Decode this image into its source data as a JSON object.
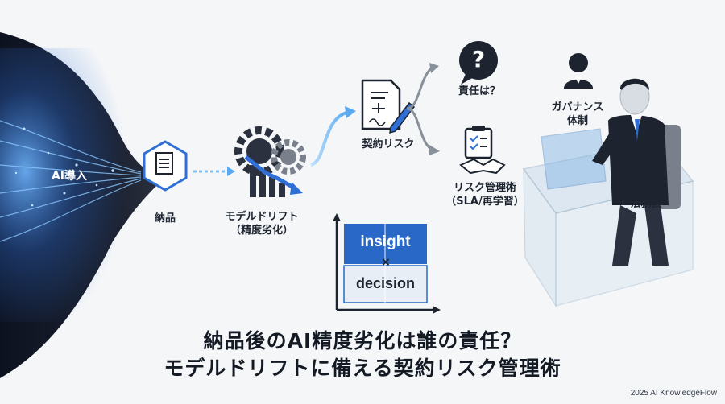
{
  "flow": {
    "ai_intro": "AI導入",
    "delivery": "納品",
    "drift_line1": "モデルドリフト",
    "drift_line2": "（精度劣化）",
    "contract_risk": "契約リスク",
    "responsibility": "責任は？",
    "risk_mgmt_line1": "リスク管理術",
    "risk_mgmt_line2": "（SLA/再学習）",
    "governance_line1": "ガバナンス",
    "governance_line2": "体制",
    "legal": "法務担",
    "question_mark": "?"
  },
  "insight_box": {
    "top": "insight",
    "times": "×",
    "bottom": "decision"
  },
  "title": {
    "line1": "納品後のAI精度劣化は誰の責任？",
    "line2": "モデルドリフトに備える契約リスク管理術"
  },
  "footer": "2025 AI KnowledgeFlow",
  "colors": {
    "accent_blue": "#2f6fd6",
    "dark_wave": "#1a1f2b",
    "insight_blue": "#2a68c8"
  },
  "icons": [
    "document-icon",
    "gear-chart-icon",
    "contract-pen-icon",
    "question-bubble-icon",
    "handshake-clipboard-icon",
    "woman-avatar-icon",
    "businessman-icon"
  ]
}
